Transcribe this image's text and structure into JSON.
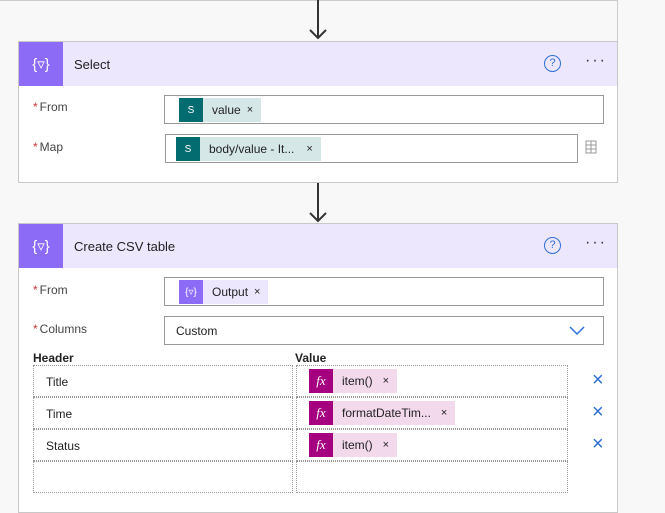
{
  "select": {
    "title": "Select",
    "from_label": "From",
    "map_label": "Map",
    "from_token": "value",
    "map_token": "body/value - It..."
  },
  "csv": {
    "title": "Create CSV table",
    "from_label": "From",
    "columns_label": "Columns",
    "from_token": "Output",
    "columns_value": "Custom",
    "header_col": "Header",
    "value_col": "Value",
    "rows": [
      {
        "header": "Title",
        "value": "item()"
      },
      {
        "header": "Time",
        "value": "formatDateTim..."
      },
      {
        "header": "Status",
        "value": "item()"
      }
    ]
  },
  "icons": {
    "help": "?",
    "more": "···",
    "remove": "×",
    "token_remove": "×",
    "fx": "fx",
    "braces": "{▿}"
  },
  "colors": {
    "accent": "#8c6cf6",
    "header_bg": "#ece7fd",
    "sharepoint": "#036c70",
    "expression": "#a4007f",
    "link": "#2f6fd8"
  }
}
